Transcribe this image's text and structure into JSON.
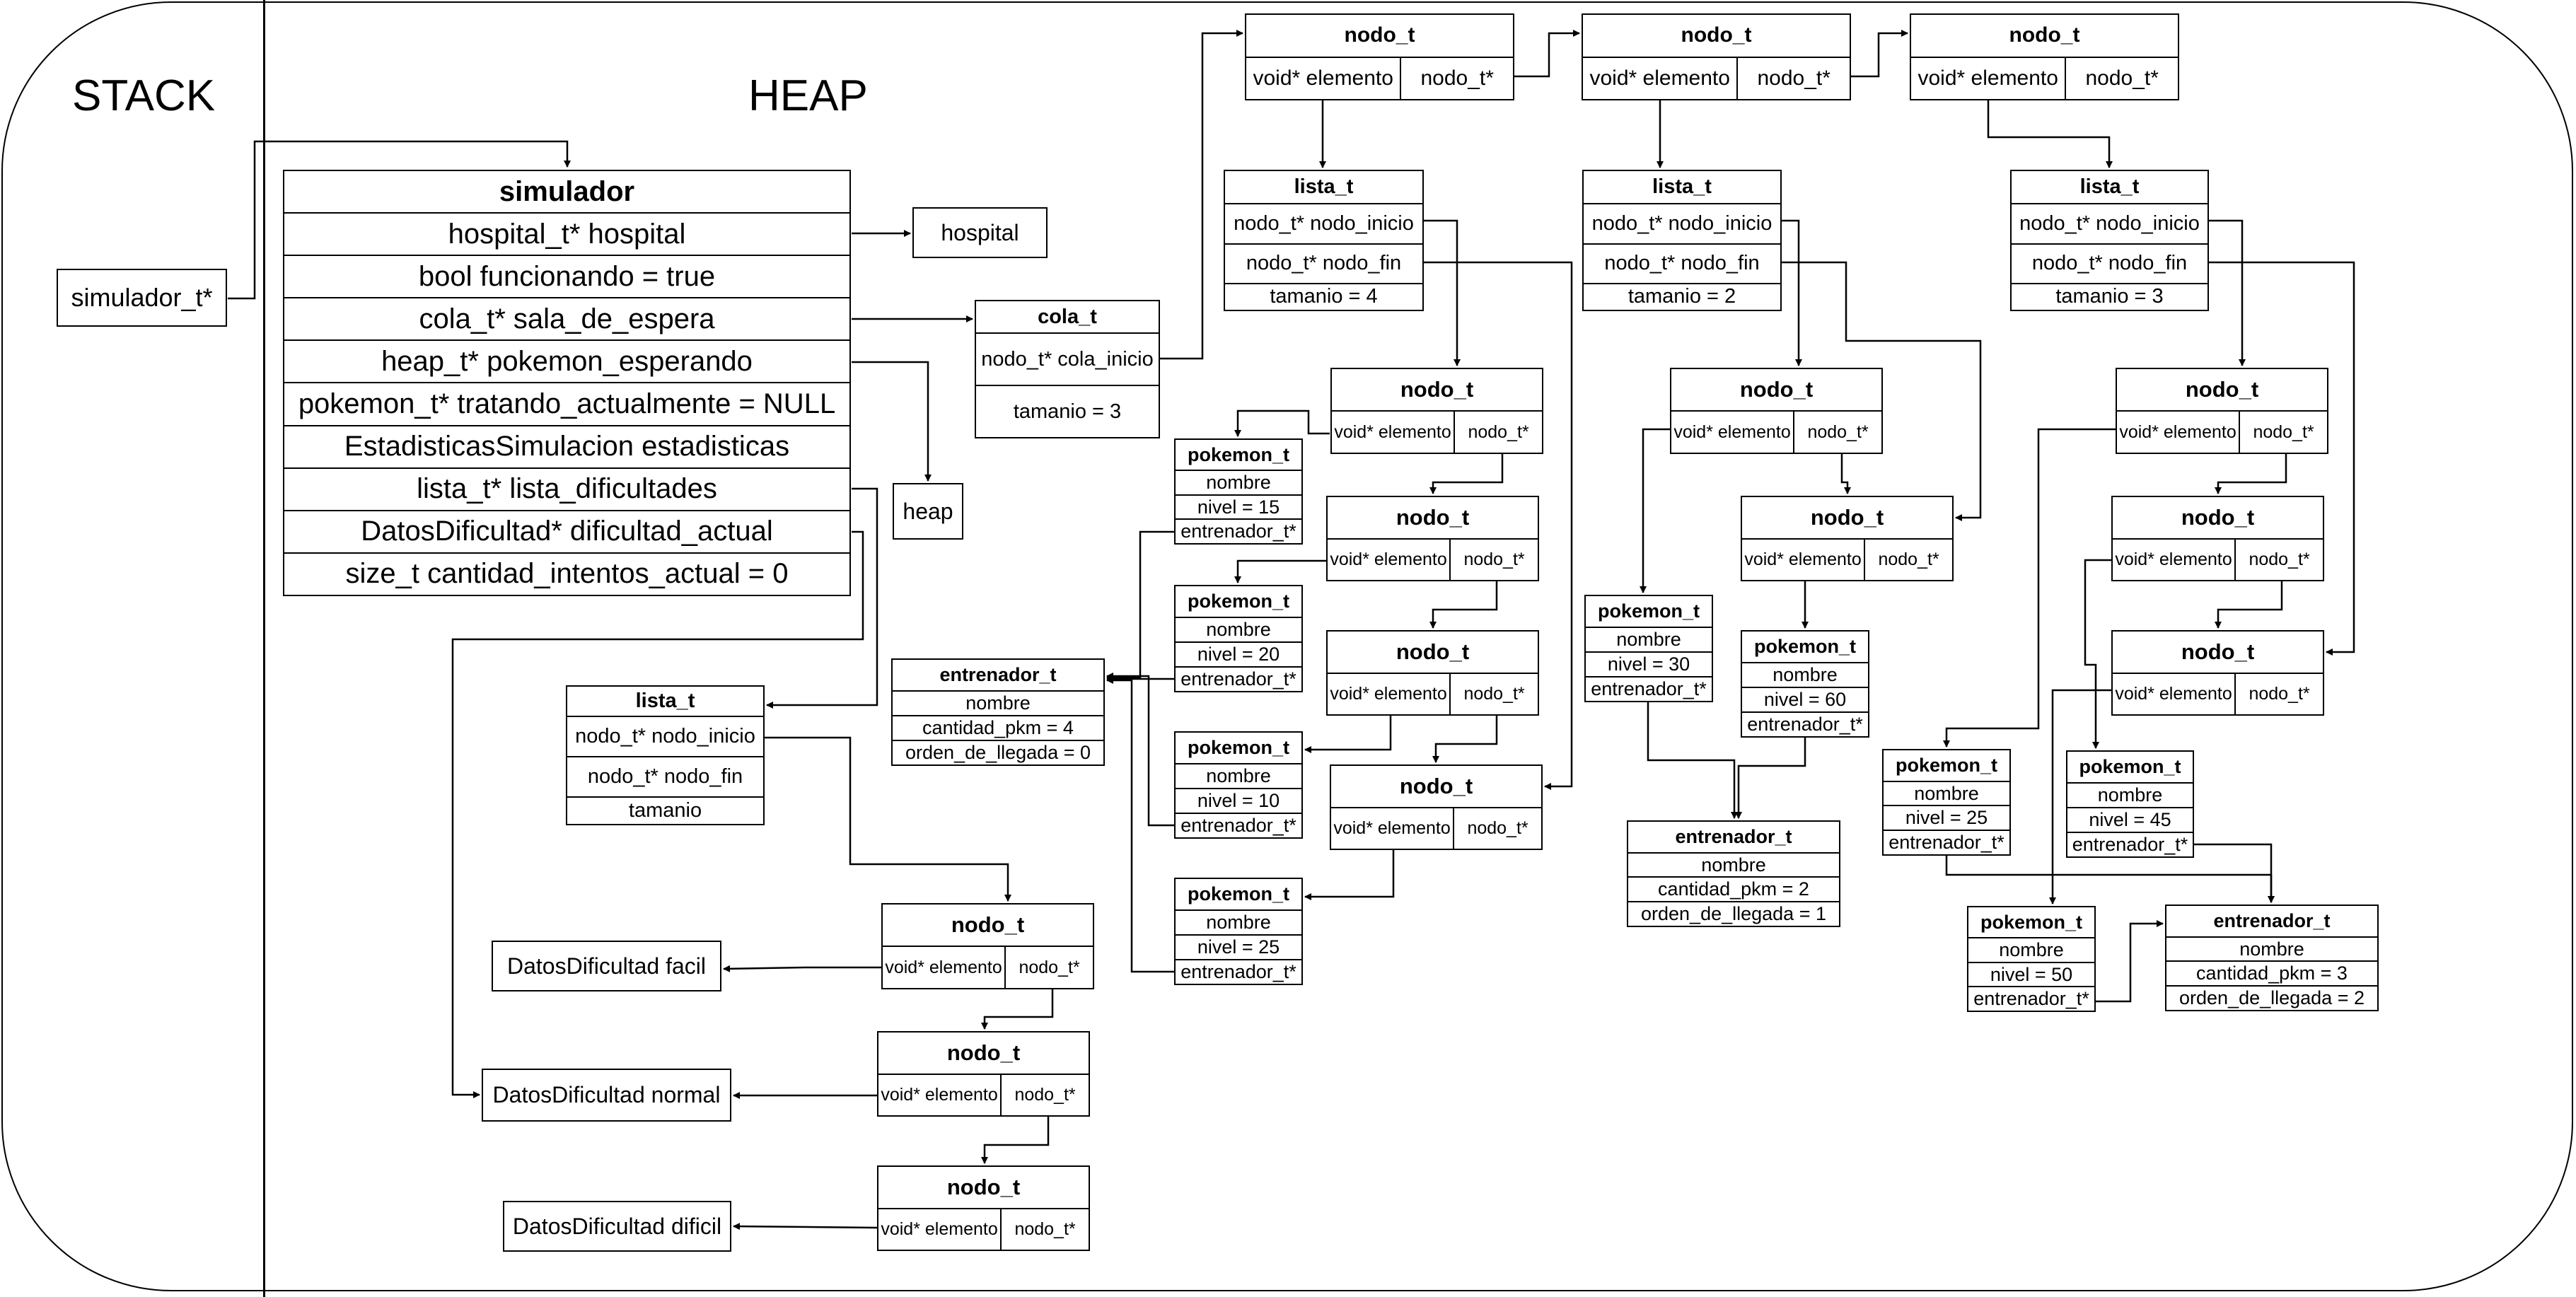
{
  "sections": {
    "stack": "STACK",
    "heap": "HEAP"
  },
  "simulador_ptr": "simulador_t*",
  "simulador": {
    "title": "simulador",
    "fields": [
      "hospital_t* hospital",
      "bool funcionando = true",
      "cola_t* sala_de_espera",
      "heap_t* pokemon_esperando",
      "pokemon_t* tratando_actualmente = NULL",
      "EstadisticasSimulacion estadisticas",
      "lista_t* lista_dificultades",
      "DatosDificultad* dificultad_actual",
      "size_t cantidad_intentos_actual = 0"
    ]
  },
  "hospital": "hospital",
  "heap": "heap",
  "cola": {
    "title": "cola_t",
    "cola_inicio": "nodo_t* cola_inicio",
    "tamanio": "tamanio = 3"
  },
  "nodo": {
    "title": "nodo_t",
    "elemento": "void* elemento",
    "siguiente": "nodo_t*"
  },
  "lista_dif": {
    "title": "lista_t",
    "inicio": "nodo_t* nodo_inicio",
    "fin": "nodo_t* nodo_fin",
    "tamanio": "tamanio"
  },
  "dificultades": [
    "DatosDificultad facil",
    "DatosDificultad normal",
    "DatosDificultad dificil"
  ],
  "listas": [
    {
      "title": "lista_t",
      "inicio": "nodo_t* nodo_inicio",
      "fin": "nodo_t* nodo_fin",
      "tamanio": "tamanio = 4"
    },
    {
      "title": "lista_t",
      "inicio": "nodo_t* nodo_inicio",
      "fin": "nodo_t* nodo_fin",
      "tamanio": "tamanio = 2"
    },
    {
      "title": "lista_t",
      "inicio": "nodo_t* nodo_inicio",
      "fin": "nodo_t* nodo_fin",
      "tamanio": "tamanio = 3"
    }
  ],
  "pokemon": {
    "title": "pokemon_t",
    "nombre": "nombre",
    "entrenador": "entrenador_t*",
    "niveles": [
      "nivel  = 15",
      "nivel = 20",
      "nivel = 10",
      "nivel = 25",
      "nivel = 30",
      "nivel = 60",
      "nivel = 25",
      "nivel = 45",
      "nivel = 50"
    ]
  },
  "entrenadores": [
    {
      "title": "entrenador_t",
      "nombre": "nombre",
      "cantidad": "cantidad_pkm = 4",
      "orden": "orden_de_llegada = 0"
    },
    {
      "title": "entrenador_t",
      "nombre": "nombre",
      "cantidad": "cantidad_pkm = 2",
      "orden": "orden_de_llegada = 1"
    },
    {
      "title": "entrenador_t",
      "nombre": "nombre",
      "cantidad": "cantidad_pkm = 3",
      "orden": "orden_de_llegada = 2"
    }
  ]
}
